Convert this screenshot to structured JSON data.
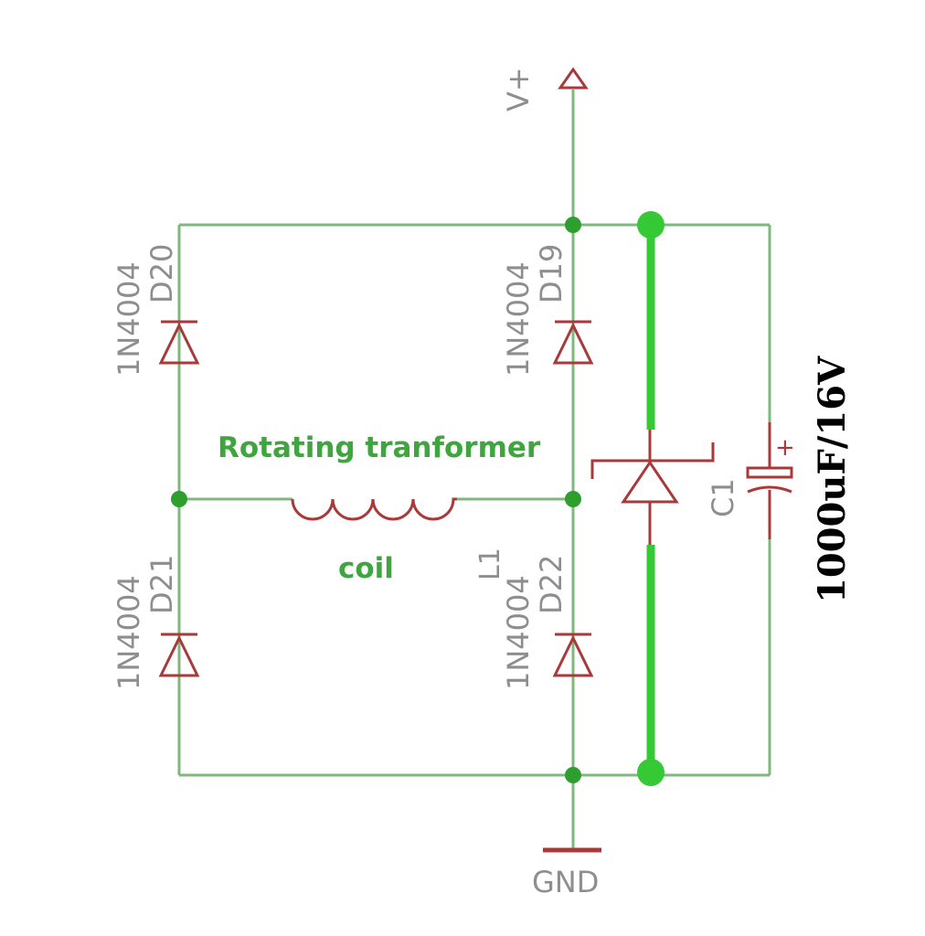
{
  "colors": {
    "wire": "#7fb87f",
    "net_highlight": "#35c935",
    "component": "#a83a3a",
    "label_grey": "#8e8e8e",
    "label_green": "#3fa63f",
    "label_black": "#000000"
  },
  "power": {
    "vplus_label": "V+",
    "gnd_label": "GND"
  },
  "diodes": [
    {
      "ref": "D20",
      "part": "1N4004"
    },
    {
      "ref": "D19",
      "part": "1N4004"
    },
    {
      "ref": "D21",
      "part": "1N4004"
    },
    {
      "ref": "D22",
      "part": "1N4004"
    }
  ],
  "coil": {
    "title": "Rotating tranformer",
    "label": "coil",
    "ref": "L1"
  },
  "capacitor": {
    "ref": "C1",
    "value": "1000uF/16V",
    "polarity": "+"
  }
}
